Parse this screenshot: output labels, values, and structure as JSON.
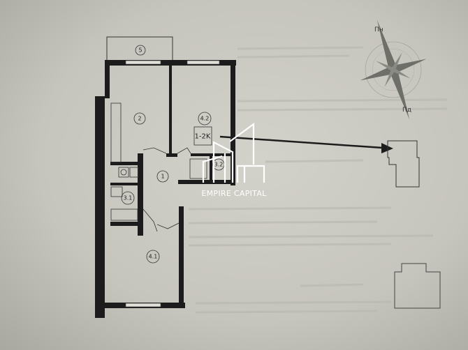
{
  "floor_plan": {
    "rooms": [
      {
        "id": "balcony",
        "label": "5"
      },
      {
        "id": "kitchen",
        "label": "2"
      },
      {
        "id": "room-4-2",
        "label": "4.2"
      },
      {
        "id": "hall",
        "label": "1"
      },
      {
        "id": "bathroom-3-1",
        "label": "3.1"
      },
      {
        "id": "wc-3-2",
        "label": "3.2"
      },
      {
        "id": "room-4-1",
        "label": "4.1"
      }
    ],
    "apartment_type": "1-2K"
  },
  "compass": {
    "north": "Пн",
    "south": "Пд"
  },
  "watermark": {
    "text": "EMPIRE CAPITAL"
  },
  "colors": {
    "wall": "#1c1c1c",
    "paper": "#c9c8c0",
    "watermark": "#ffffff"
  }
}
